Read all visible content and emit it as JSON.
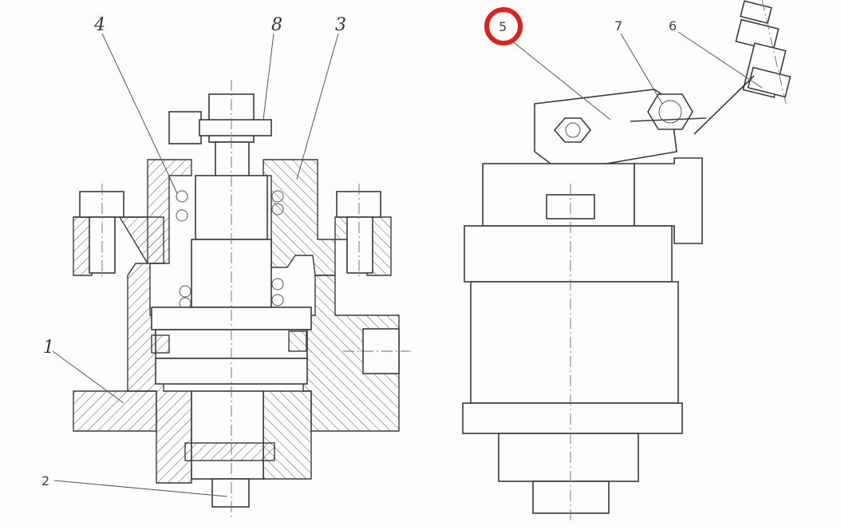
{
  "highlight_color": "#e0201f",
  "callouts": {
    "c1": "1",
    "c2": "2",
    "c3": "3",
    "c4": "4",
    "c5": "5",
    "c6": "6",
    "c7": "7",
    "c8": "8"
  }
}
